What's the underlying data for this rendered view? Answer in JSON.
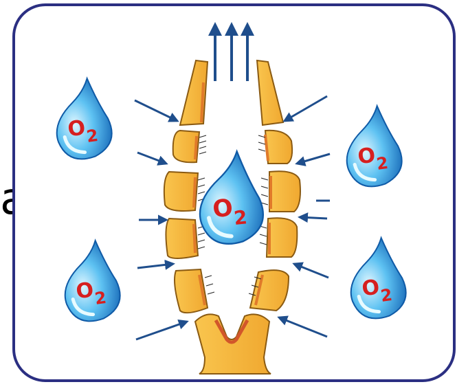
{
  "fragment_letter": "a",
  "oxygen": {
    "symbol": "O",
    "subscript": "2"
  },
  "colors": {
    "frame": "#2b2f82",
    "arrow": "#1f4e8c",
    "segment": "#f6b93b",
    "segment_shade": "#e07a2a",
    "droplet_light": "#bfe9ff",
    "droplet_dark": "#1676c6",
    "label": "#d61f1f"
  },
  "icons": [
    "oxygen-droplet-icon",
    "air-flow-arrow-icon",
    "trachea-segment"
  ]
}
